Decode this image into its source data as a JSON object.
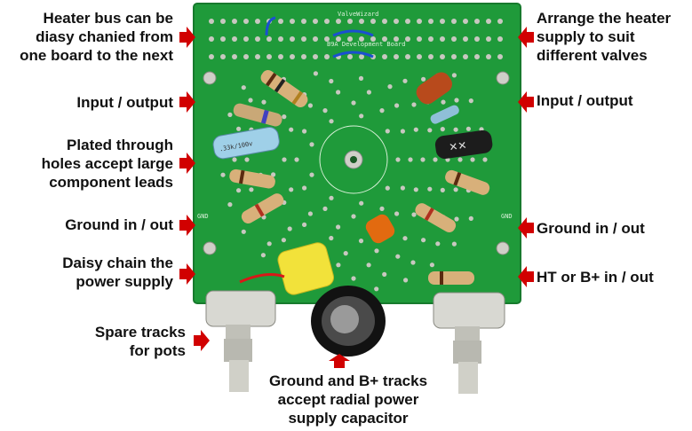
{
  "colors": {
    "board": "#1f9a3a",
    "arrow": "#d10000",
    "pad": "#c8c8c0",
    "text": "#111111"
  },
  "silkscreen": {
    "brand": "ValveWizard",
    "board_name": "B9A Development Board",
    "gnd_left": "GND",
    "gnd_right": "GND"
  },
  "annotations": {
    "heater_bus": [
      "Heater bus can be",
      "diasy chanied from",
      "one board to the next"
    ],
    "arrange_heater": [
      "Arrange the heater",
      "supply to suit",
      "different valves"
    ],
    "io_left": [
      "Input / output"
    ],
    "io_right": [
      "Input / output"
    ],
    "plated": [
      "Plated through",
      "holes accept large",
      "component leads"
    ],
    "ground_left": [
      "Ground in / out"
    ],
    "ground_right": [
      "Ground in / out"
    ],
    "daisy": [
      "Daisy chain the",
      "power supply"
    ],
    "ht": [
      "HT or B+ in / out"
    ],
    "spare": [
      "Spare tracks",
      "for pots"
    ],
    "radial": [
      "Ground and B+ tracks",
      "accept radial power",
      "supply capacitor"
    ]
  }
}
